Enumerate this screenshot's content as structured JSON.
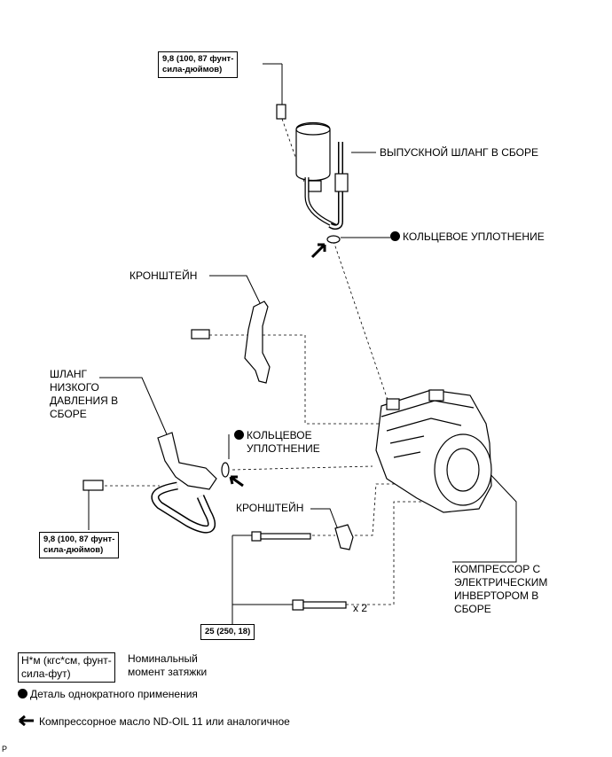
{
  "torque_top": [
    "9,8 (100, 87 фунт-",
    "сила-дюймов)"
  ],
  "torque_left": [
    "9,8 (100, 87 фунт-",
    "сила-дюймов)"
  ],
  "torque_bottom": "25 (250, 18)",
  "labels": {
    "discharge_hose": "ВЫПУСКНОЙ ШЛАНГ В СБОРЕ",
    "oring_top": "КОЛЬЦЕВОЕ УПЛОТНЕНИЕ",
    "bracket_top": "КРОНШТЕЙН",
    "low_pressure_hose": [
      "ШЛАНГ",
      "НИЗКОГО",
      "ДАВЛЕНИЯ В",
      "СБОРЕ"
    ],
    "oring_mid": [
      "КОЛЬЦЕВОЕ",
      "УПЛОТНЕНИЕ"
    ],
    "bracket_mid": "КРОНШТЕЙН",
    "compressor": [
      "КОМПРЕССОР С",
      "ЭЛЕКТРИЧЕСКИМ",
      "ИНВЕРТОРОМ В",
      "СБОРЕ"
    ],
    "times_two": "x 2"
  },
  "legend": {
    "unit_box": [
      "Н*м (кгс*см, фунт-",
      "сила-фут)"
    ],
    "unit_desc": [
      "Номинальный",
      "момент затяжки"
    ],
    "single_use": "Деталь однократного применения",
    "oil": "Компрессорное масло ND-OIL 11 или аналогичное"
  },
  "corner_mark": "P"
}
